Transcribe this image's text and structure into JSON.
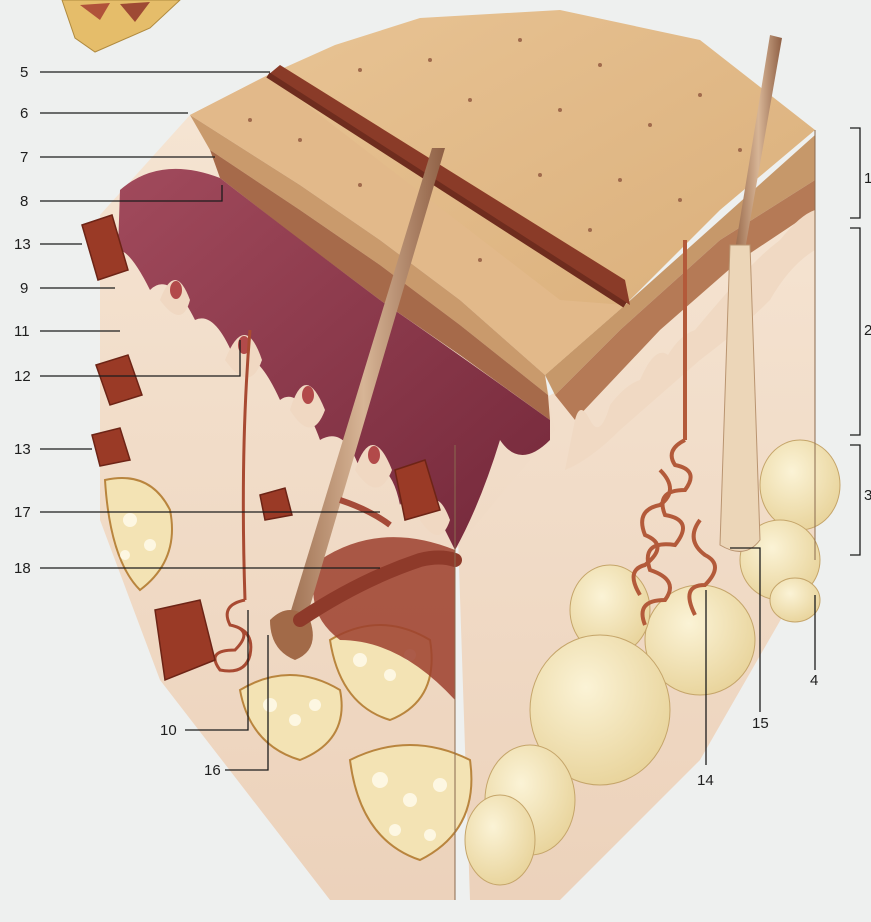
{
  "diagram": {
    "labels": [
      {
        "id": "label-1",
        "text": "1"
      },
      {
        "id": "label-2",
        "text": "2"
      },
      {
        "id": "label-3",
        "text": "3"
      },
      {
        "id": "label-4",
        "text": "4"
      },
      {
        "id": "label-5",
        "text": "5"
      },
      {
        "id": "label-6",
        "text": "6"
      },
      {
        "id": "label-7",
        "text": "7"
      },
      {
        "id": "label-8",
        "text": "8"
      },
      {
        "id": "label-9",
        "text": "9"
      },
      {
        "id": "label-10",
        "text": "10"
      },
      {
        "id": "label-11",
        "text": "11"
      },
      {
        "id": "label-12",
        "text": "12"
      },
      {
        "id": "label-13a",
        "text": "13"
      },
      {
        "id": "label-13b",
        "text": "13"
      },
      {
        "id": "label-14",
        "text": "14"
      },
      {
        "id": "label-15",
        "text": "15"
      },
      {
        "id": "label-16",
        "text": "16"
      },
      {
        "id": "label-17",
        "text": "17"
      },
      {
        "id": "label-18",
        "text": "18"
      }
    ],
    "colors": {
      "background": "#eef0ef",
      "epidermis_top": "#e0b886",
      "dermis": "#f2dfcb",
      "papillary_purple": "#8e3a4c",
      "subcutaneous_fat": "#f4e6b8",
      "vessel_red": "#a2452f",
      "hair": "#b88a6a"
    }
  }
}
